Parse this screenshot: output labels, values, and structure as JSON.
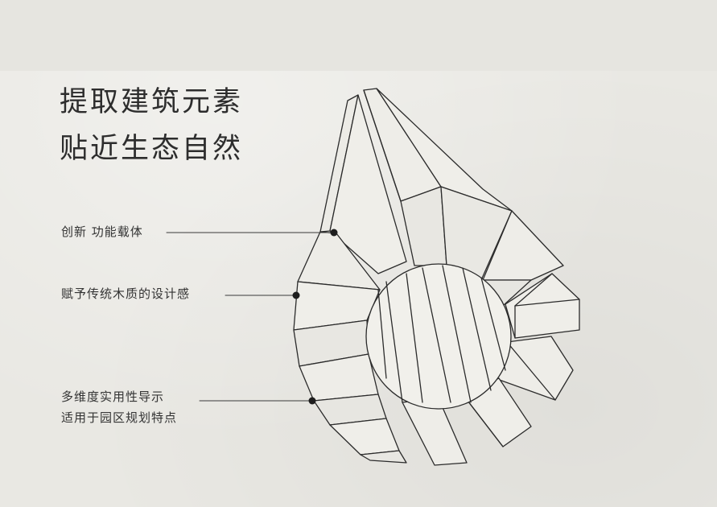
{
  "heading": {
    "line1": "提取建筑元素",
    "line2": "贴近生态自然"
  },
  "callouts": [
    {
      "lines": [
        "创新 功能载体"
      ]
    },
    {
      "lines": [
        "赋予传统木质的设计感"
      ]
    },
    {
      "lines": [
        "多维度实用性导示",
        "适用于园区规划特点"
      ]
    }
  ],
  "colors": {
    "background": "#e9e8e3",
    "ink": "#2a2a2a",
    "leader_line": "#3a3a3a"
  }
}
